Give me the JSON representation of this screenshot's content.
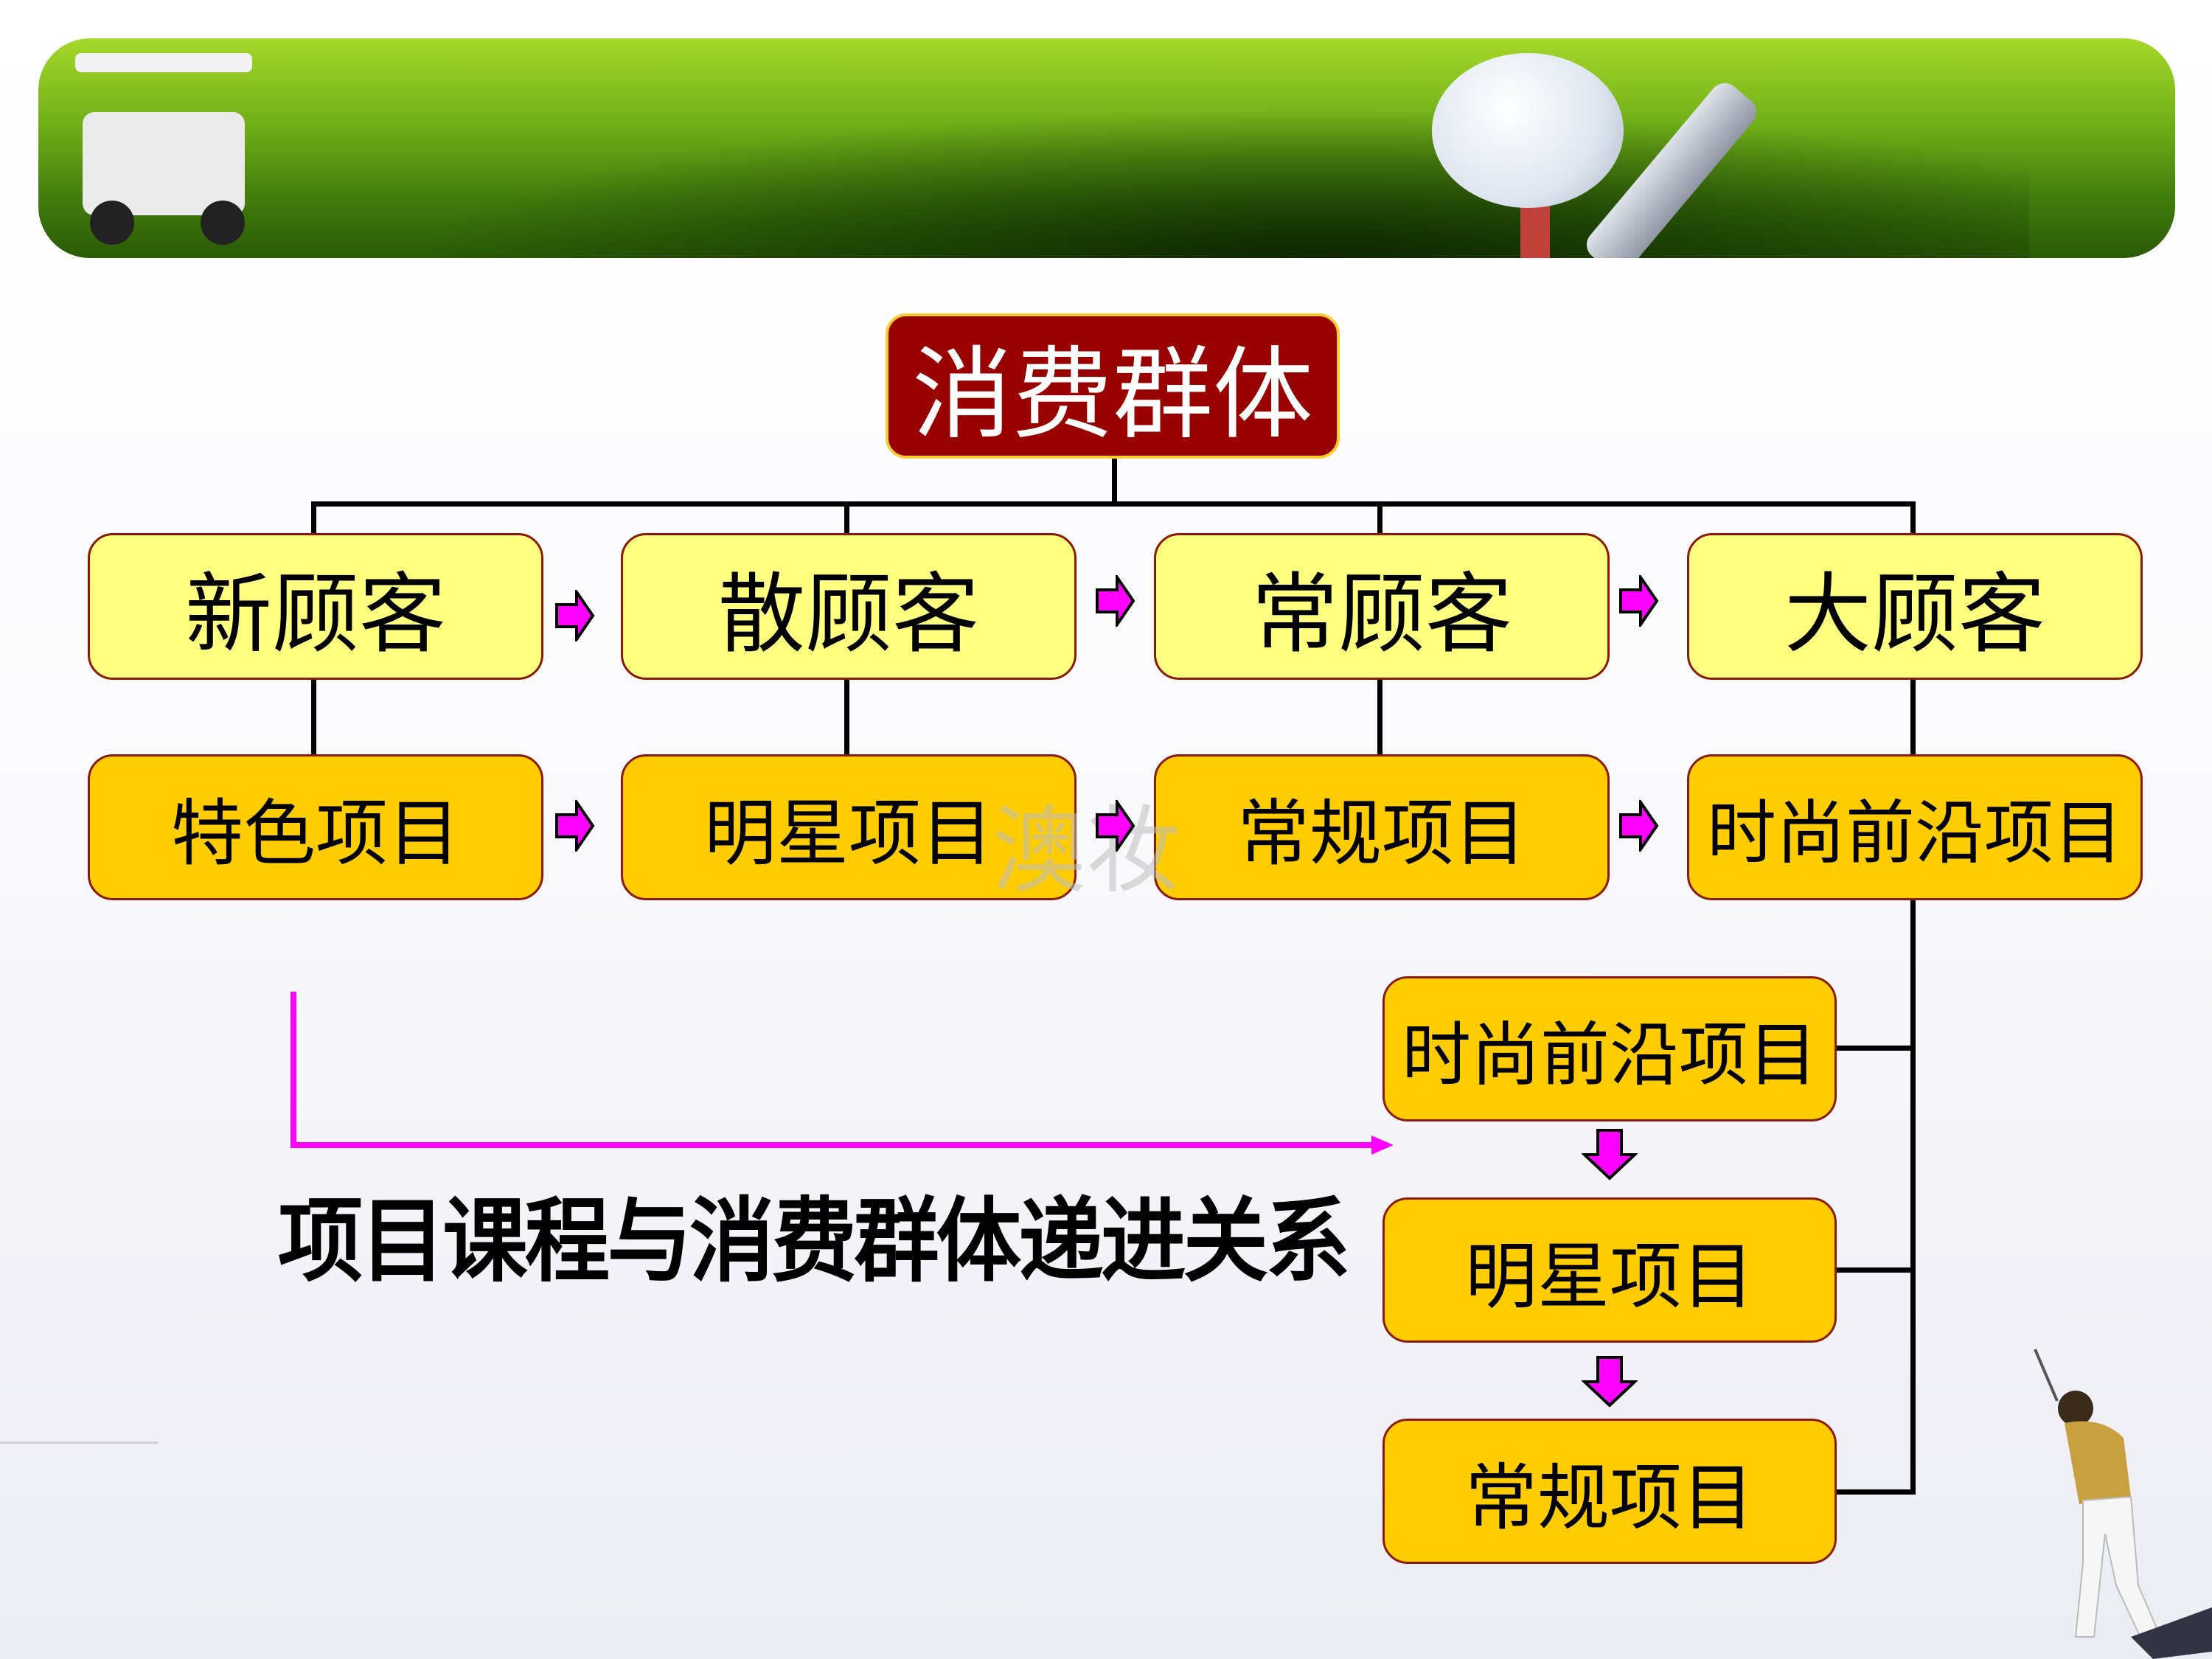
{
  "title": "消费群体",
  "customers": [
    "新顾客",
    "散顾客",
    "常顾客",
    "大顾客"
  ],
  "projects": [
    "特色项目",
    "明星项目",
    "常规项目",
    "时尚前沿项目"
  ],
  "progression": [
    "时尚前沿项目",
    "明星项目",
    "常规项目"
  ],
  "caption": "项目课程与消费群体递进关系",
  "watermark": "澳妆",
  "colors": {
    "title_bg": "#990000",
    "customer_bg": "#ffff80",
    "project_bg": "#ffcc00",
    "arrow": "#ff00ff"
  }
}
